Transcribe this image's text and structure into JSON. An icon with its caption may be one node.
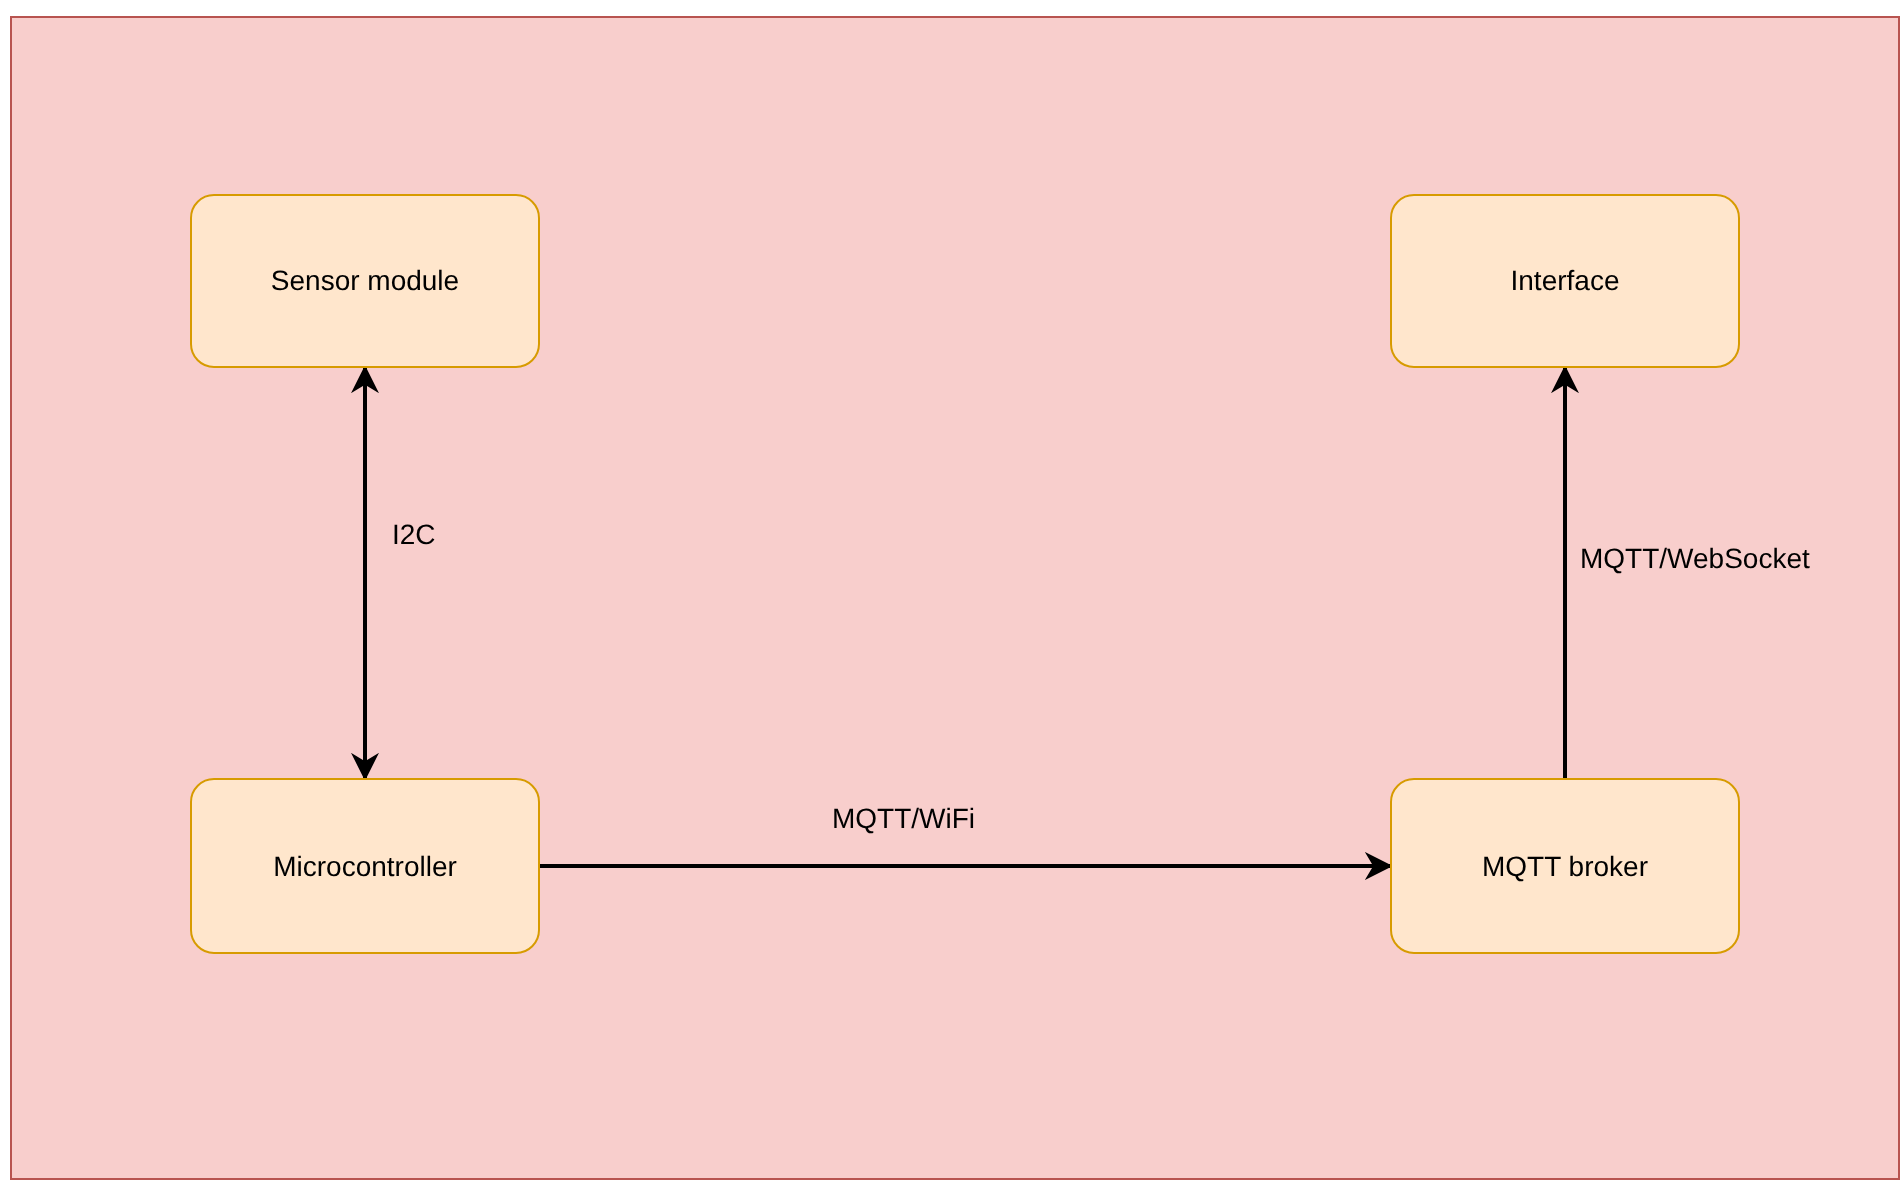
{
  "diagram": {
    "nodes": [
      {
        "text": [],
        "shape": "box"
      },
      {
        "text": [
          "Sensor module"
        ],
        "in": 0
      },
      {
        "text": [
          "Interface"
        ],
        "in": 0
      },
      {
        "text": [
          "Microcontroller"
        ],
        "in": 0
      },
      {
        "text": [
          "MQTT broker"
        ],
        "in": 0
      }
    ],
    "edges": [
      {
        "from": 1,
        "to": 3,
        "arrow": "both",
        "label": "I2C"
      },
      {
        "from": 3,
        "to": 4,
        "arrow": "to",
        "label": "MQTT/WiFi"
      },
      {
        "from": 4,
        "to": 2,
        "arrow": "to",
        "label": "MQTT/WebSocket"
      }
    ]
  }
}
